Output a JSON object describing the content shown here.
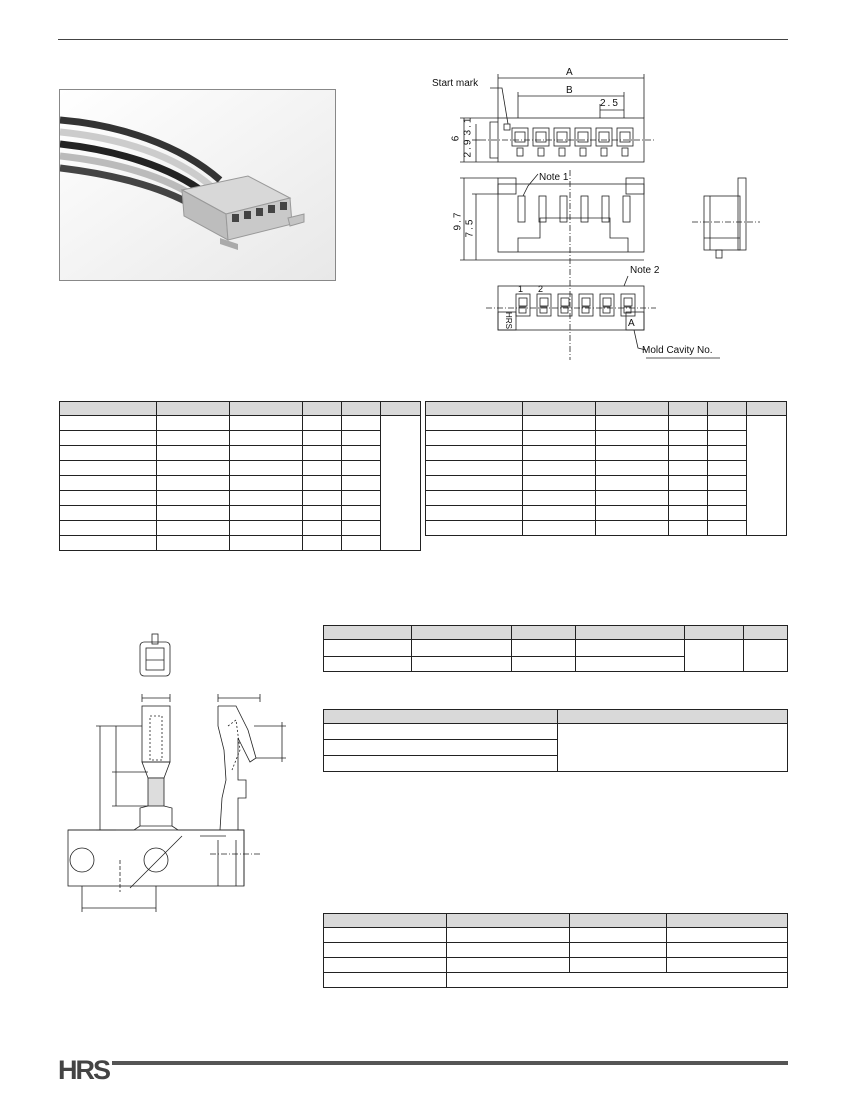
{
  "drawing_labels": {
    "start_mark": "Start mark",
    "dim_a": "A",
    "dim_b": "B",
    "dim_2_5": "2.5",
    "dim_6": "6",
    "dim_3_1": "3.1",
    "dim_2_9": "2.9",
    "note1": "Note 1",
    "dim_9_7": "9.7",
    "dim_7_5": "7.5",
    "note2": "Note 2",
    "pin1": "1",
    "pin2": "2",
    "cavity_a": "A",
    "mold_cavity": "Mold Cavity No.",
    "hrs_mark": "HRS"
  },
  "footer": {
    "logo": "HRS"
  }
}
